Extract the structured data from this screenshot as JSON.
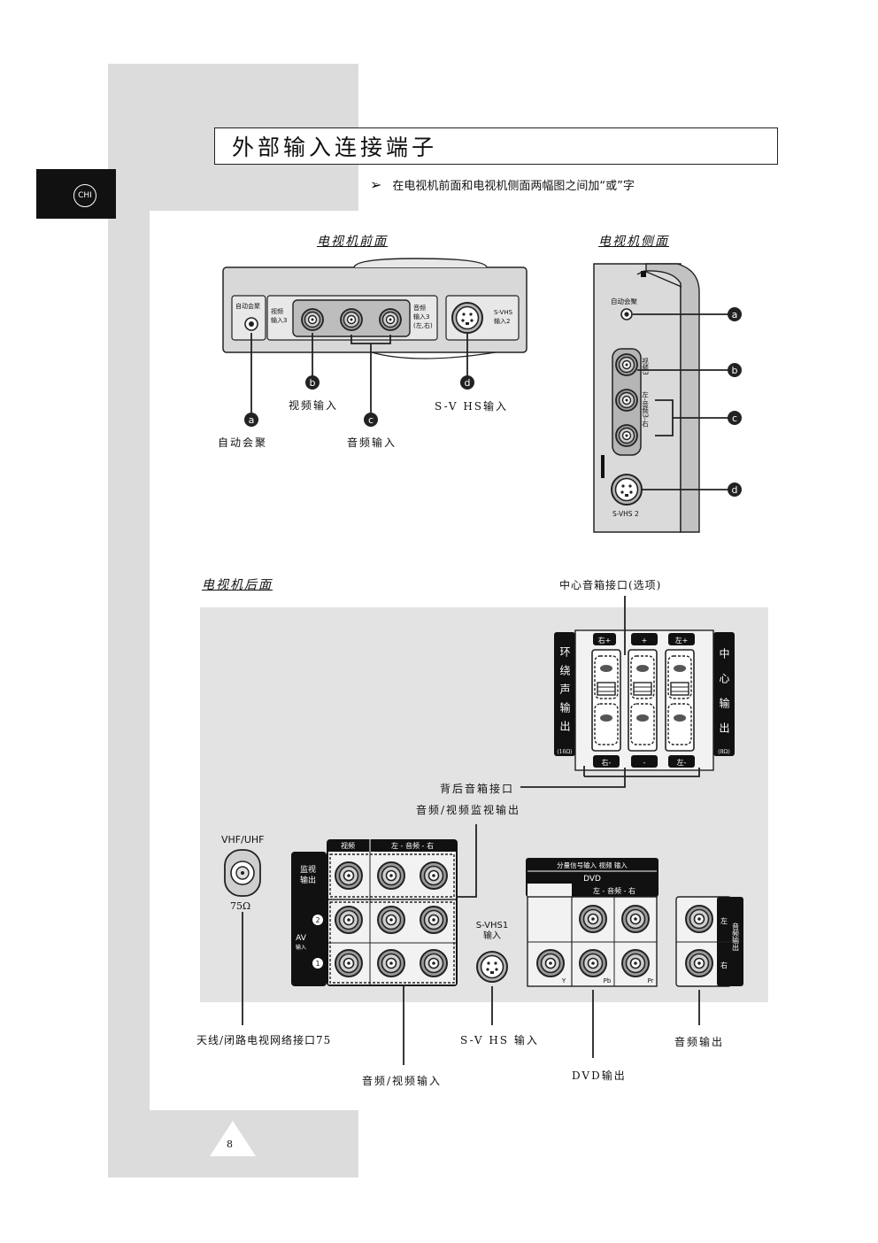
{
  "page": {
    "lang": "CHI",
    "title": "外部输入连接端子",
    "note": "在电视机前面和电视机侧面两幅图之间加“或”字",
    "page_number": "8"
  },
  "front": {
    "heading": "电视机前面",
    "panel": {
      "auto": "自动会聚",
      "video_in": "视频\n输入3",
      "audio_in": "音频\n输入3\n(左,右)",
      "svhs": "S-VHS\n输入2"
    },
    "labels": {
      "b": "视频输入",
      "a": "自动会聚",
      "c": "音频输入",
      "d": "S-V HS输入"
    }
  },
  "side": {
    "heading": "电视机侧面",
    "panel": {
      "auto": "自动会聚",
      "video3": "视频3",
      "audio3": "左-音频3-右",
      "svhs2": "S-VHS 2"
    }
  },
  "markers": [
    "a",
    "b",
    "c",
    "d"
  ],
  "rear": {
    "heading": "电视机后面",
    "center_speaker": "中心音箱接口(选项)",
    "surround": "环绕声输出",
    "surround_ohm": "(16Ω)",
    "center_out": "中心输出",
    "center_ohm": "(8Ω)",
    "plus": "+",
    "minus": "-",
    "right_marker": "右",
    "left_marker": "左",
    "rear_speaker": "背后音箱接口",
    "monitor_out_label": "音频/视频监视输出",
    "vhf": "VHF/UHF",
    "ohm75": "75Ω",
    "av_video": "视频",
    "av_audio": "左 - 音频 - 右",
    "monitor": "监视\n输出",
    "av_in": "AV\n输入",
    "n2": "2",
    "n1": "1",
    "svhs1": "S-VHS1\n输入",
    "dvd_top": "分量信号输入  视频  输入",
    "dvd": "DVD",
    "dvd_audio": "左 - 音频 - 右",
    "y": "Y",
    "pb": "Pb",
    "pr": "Pr",
    "aout_left": "左",
    "aout_right": "右",
    "aout_side": "音频输出",
    "antenna": "天线/闭路电视网络接口75",
    "svhs_input": "S-V HS 输入",
    "audio_out": "音频输出",
    "av_input": "音频/视频输入",
    "dvd_out": "DVD输出"
  }
}
